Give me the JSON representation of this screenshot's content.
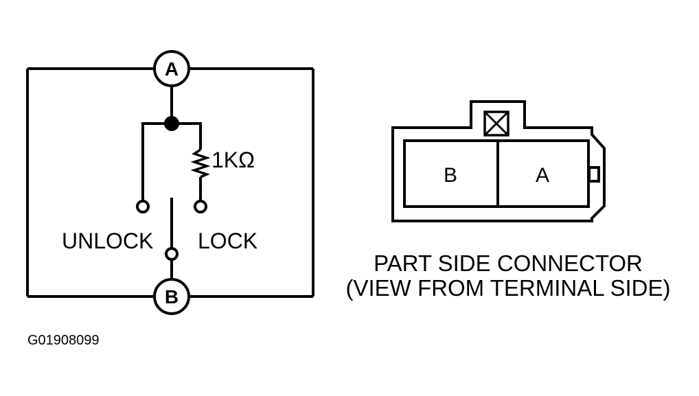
{
  "schematic": {
    "terminal_top": "A",
    "terminal_bottom": "B",
    "resistor_label": "1KΩ",
    "unlock_label": "UNLOCK",
    "lock_label": "LOCK"
  },
  "connector": {
    "pin_left": "B",
    "pin_right": "A",
    "caption_line1": "PART SIDE CONNECTOR",
    "caption_line2": "(VIEW FROM TERMINAL SIDE)"
  },
  "figure_id": "G01908099",
  "colors": {
    "ink": "#000000",
    "paper": "#ffffff"
  }
}
